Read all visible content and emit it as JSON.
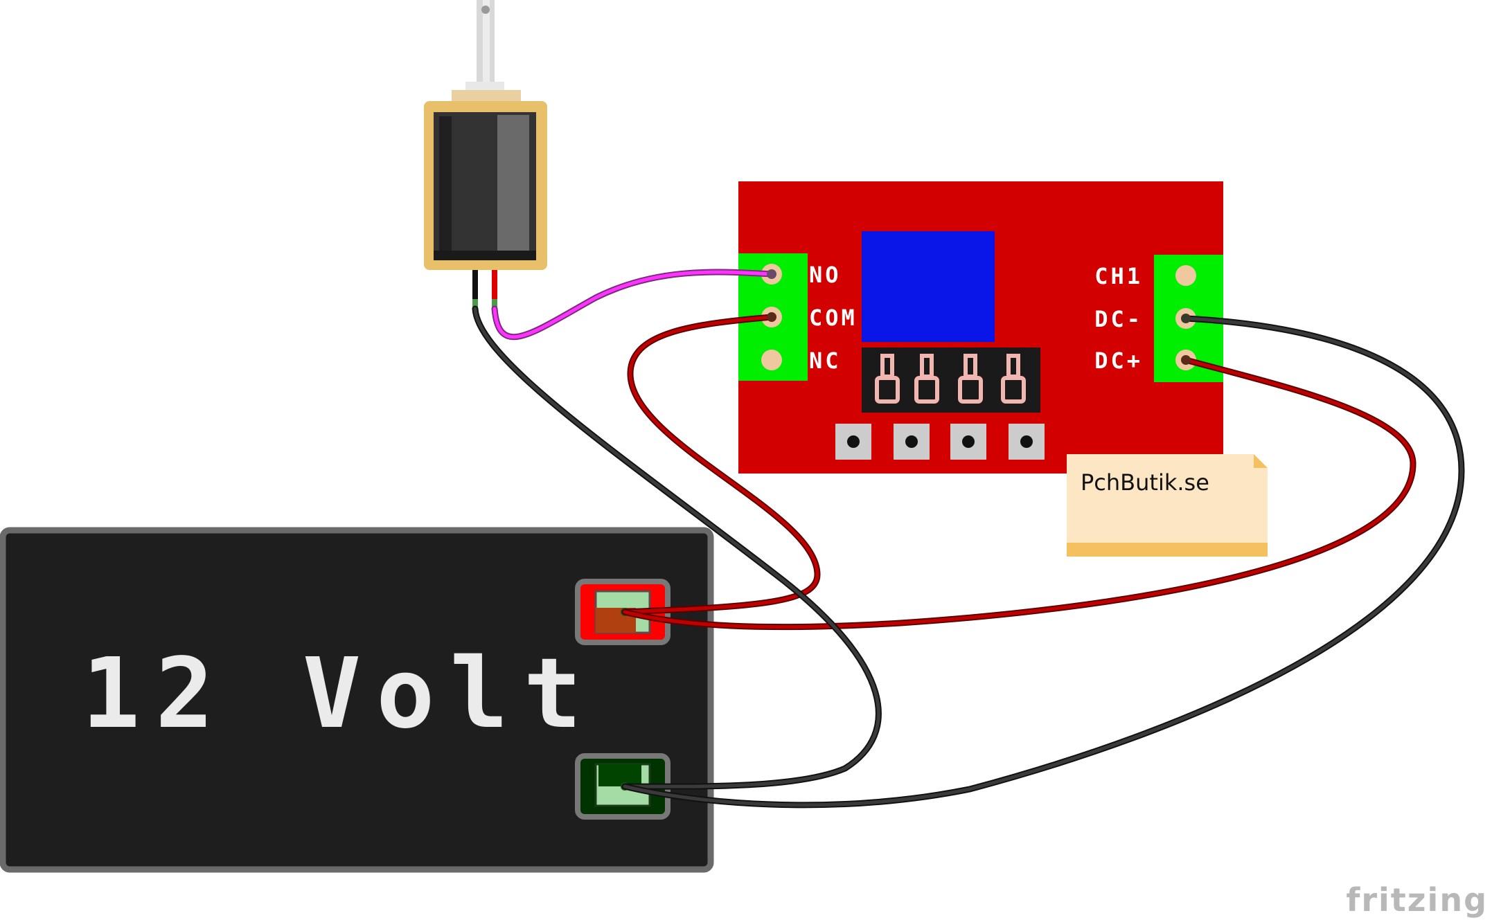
{
  "relay_board": {
    "left_terminals": [
      "NO",
      "COM",
      "NC"
    ],
    "right_terminals": [
      "CH1",
      "DC-",
      "DC+"
    ],
    "colors": {
      "board": "#d30000",
      "terminal_block": "#00ee00",
      "relay": "#0a16e8",
      "pad": "#f0c8a0"
    }
  },
  "note": {
    "text": "PchButik.se"
  },
  "battery": {
    "label": "12 Volt",
    "colors": {
      "body": "#1e1e1e",
      "positive": "#ff0000",
      "negative": "#003300"
    }
  },
  "solenoid": {
    "colors": {
      "frame": "#e8c06a",
      "coil": "#333333"
    }
  },
  "wires": {
    "colors": {
      "red": "#c00000",
      "black": "#2a2a2a",
      "magenta": "#ff33ff"
    }
  },
  "watermark": {
    "text": "fritzing"
  }
}
